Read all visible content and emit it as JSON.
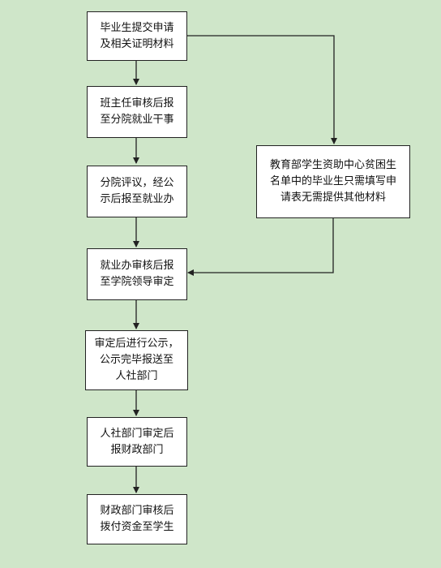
{
  "diagram": {
    "background_color": "#cfe6c9",
    "nodes": [
      {
        "id": "n1",
        "text": "毕业生提交申请\n及相关证明材料"
      },
      {
        "id": "n2",
        "text": "班主任审核后报\n至分院就业干事"
      },
      {
        "id": "n3",
        "text": "分院评议，经公\n示后报至就业办"
      },
      {
        "id": "n4",
        "text": "就业办审核后报\n至学院领导审定"
      },
      {
        "id": "n5",
        "text": "审定后进行公示，\n公示完毕报送至\n人社部门"
      },
      {
        "id": "n6",
        "text": "人社部门审定后\n报财政部门"
      },
      {
        "id": "n7",
        "text": "财政部门审核后\n拨付资金至学生"
      },
      {
        "id": "side",
        "text": "教育部学生资助中心贫困生\n名单中的毕业生只需填写申\n请表无需提供其他材料"
      }
    ],
    "edges": [
      {
        "from": "n1",
        "to": "n2"
      },
      {
        "from": "n2",
        "to": "n3"
      },
      {
        "from": "n3",
        "to": "n4"
      },
      {
        "from": "n4",
        "to": "n5"
      },
      {
        "from": "n5",
        "to": "n6"
      },
      {
        "from": "n6",
        "to": "n7"
      },
      {
        "from": "n1",
        "to": "side"
      },
      {
        "from": "side",
        "to": "n4"
      }
    ]
  }
}
